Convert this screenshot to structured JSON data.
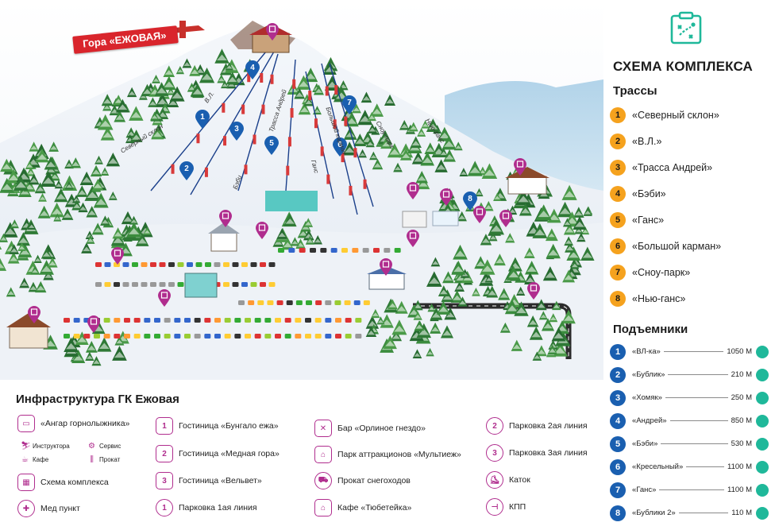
{
  "map": {
    "banner": "Гора «ЕЖОВАЯ»",
    "slope_labels": [
      "Северный склон",
      "В.Л.",
      "Трасса Андрей",
      "Бэби",
      "Ганс",
      "Большой карман",
      "Сноу-парк",
      "Нью-ганс"
    ],
    "trail_pin_color": "#1a5fb0",
    "infra_pin_color": "#b02d8e"
  },
  "panel": {
    "title": "СХЕМА КОМПЛЕКСА",
    "icon": "clipboard-map-icon",
    "trails_title": "Трассы",
    "trail_badge_color": "#f5a21e",
    "trails": [
      {
        "num": "1",
        "name": "«Северный склон»"
      },
      {
        "num": "2",
        "name": "«В.Л.»"
      },
      {
        "num": "3",
        "name": "«Трасса Андрей»"
      },
      {
        "num": "4",
        "name": "«Бэби»"
      },
      {
        "num": "5",
        "name": "«Ганс»"
      },
      {
        "num": "6",
        "name": "«Большой карман»"
      },
      {
        "num": "7",
        "name": "«Сноу-парк»"
      },
      {
        "num": "8",
        "name": "«Нью-ганс»"
      }
    ],
    "lifts_title": "Подъемники",
    "lift_badge_color": "#1a5fb0",
    "lift_type_color": "#1fb89a",
    "lifts": [
      {
        "num": "1",
        "name": "«ВЛ-ка»",
        "length": "1050 М",
        "type": "platter-lift-icon"
      },
      {
        "num": "2",
        "name": "«Бублик»",
        "length": "210 М",
        "type": "tube-lift-icon"
      },
      {
        "num": "3",
        "name": "«Хомяк»",
        "length": "250 М",
        "type": "platter-lift-icon"
      },
      {
        "num": "4",
        "name": "«Андрей»",
        "length": "850 М",
        "type": "platter-lift-icon"
      },
      {
        "num": "5",
        "name": "«Бэби»",
        "length": "530 М",
        "type": "tube-lift-icon"
      },
      {
        "num": "6",
        "name": "«Кресельный»",
        "length": "1100 М",
        "type": "chairlift-icon"
      },
      {
        "num": "7",
        "name": "«Ганс»",
        "length": "1100 М",
        "type": "platter-lift-icon"
      },
      {
        "num": "8",
        "name": "«Бублики 2»",
        "length": "110 М",
        "type": "tube-lift-icon"
      }
    ]
  },
  "infra": {
    "title": "Инфраструктура ГК Ежовая",
    "items": {
      "hangar": "«Ангар горнолыжника»",
      "instructor": "Инструктора",
      "service": "Сервис",
      "cafe": "Кафе",
      "rental": "Прокат",
      "scheme": "Схема комплекса",
      "medical": "Мед пункт",
      "hotel1": "Гостиница «Бунгало ежа»",
      "hotel2": "Гостиница «Медная гора»",
      "hotel3": "Гостиница «Вельвет»",
      "parking1": "Парковка 1ая линия",
      "bar": "Бар «Орлиное гнездо»",
      "park": "Парк аттракционов «Мультиеж»",
      "snowmobile": "Прокат снегоходов",
      "tubeteika": "Кафе «Тюбетейка»",
      "parking2": "Парковка 2ая линия",
      "parking3": "Парковка 3ая линия",
      "rink": "Каток",
      "kpp": "КПП"
    }
  }
}
